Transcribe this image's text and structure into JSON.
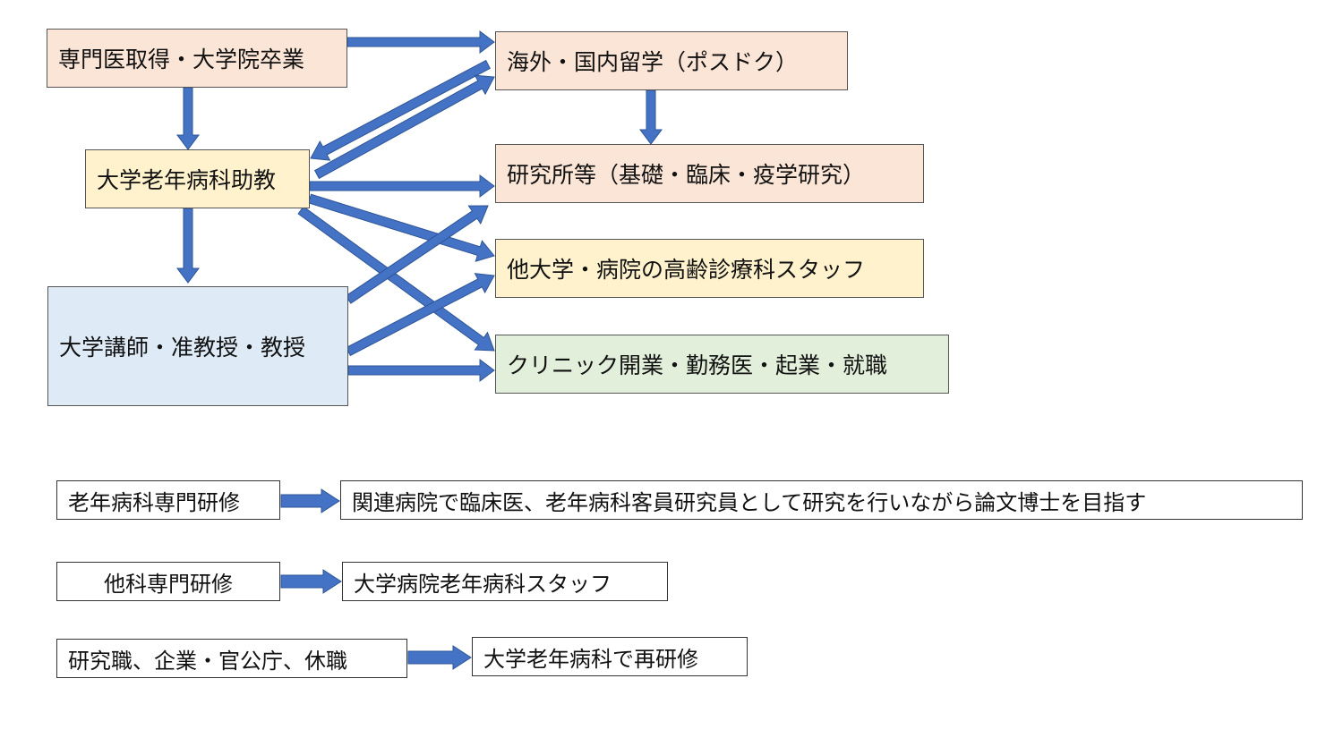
{
  "career_chart": {
    "specialist_degree": "専門医取得・大学院卒業",
    "assistant_professor": "大学老年病科助教",
    "lecturer_professor": "大学講師・准教授・教授",
    "overseas_study": "海外・国内留学（ポスドク）",
    "research_institute": "研究所等（基礎・臨床・疫学研究）",
    "other_univ_staff": "他大学・病院の高齢診療科スタッフ",
    "clinic_career": "クリニック開業・勤務医・起業・就職"
  },
  "paths": [
    {
      "from": "老年病科専門研修",
      "to": "関連病院で臨床医、老年病科客員研究員として研究を行いながら論文博士を目指す"
    },
    {
      "from": "他科専門研修",
      "to": "大学病院老年病科スタッフ"
    },
    {
      "from": "研究職、企業・官公庁、休職",
      "to": "大学老年病科で再研修"
    }
  ],
  "colors": {
    "arrow": "#4472c4",
    "peach": "#fbe5d6",
    "yellow": "#fff2cc",
    "blue": "#deebf7",
    "green": "#e2efda"
  }
}
